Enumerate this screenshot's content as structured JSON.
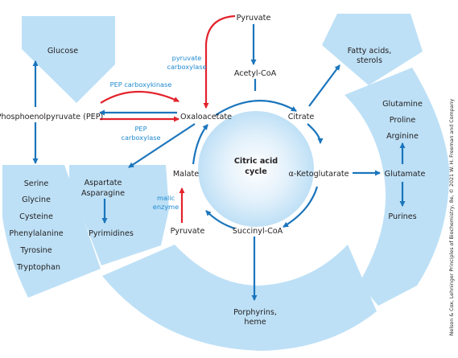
{
  "colors": {
    "panel": "#bde0f6",
    "arrow_blue": "#1b75bc",
    "arrow_red": "#e3232c",
    "enzyme_text": "#1f8ad0",
    "text": "#231f20"
  },
  "center": {
    "line1": "Citric acid",
    "line2": "cycle"
  },
  "metabolites": {
    "pyruvate_top": "Pyruvate",
    "acetyl_coa": "Acetyl-CoA",
    "citrate": "Citrate",
    "ketoglutarate": "α-Ketoglutarate",
    "succinyl_coa": "Succinyl-CoA",
    "pyruvate_bottom": "Pyruvate",
    "malate": "Malate",
    "oxaloacetate": "Oxaloacetate",
    "pep": "Phosphoenolpyruvate (PEP)"
  },
  "enzymes": {
    "pyruvate_carboxylase": [
      "pyruvate",
      "carboxylase"
    ],
    "pep_carboxykinase": "PEP carboxykinase",
    "pep_carboxylase": [
      "PEP",
      "carboxylase"
    ],
    "malic_enzyme": [
      "malic",
      "enzyme"
    ]
  },
  "panels": {
    "glucose": "Glucose",
    "fatty_acids": [
      "Fatty acids,",
      "sterols"
    ],
    "amino_left": [
      "Serine",
      "Glycine",
      "Cysteine",
      "Phenylalanine",
      "Tyrosine",
      "Tryptophan"
    ],
    "aspartate": [
      "Aspartate",
      "Asparagine"
    ],
    "pyrimidines": "Pyrimidines",
    "right_group": [
      "Glutamine",
      "Proline",
      "Arginine"
    ],
    "glutamate": "Glutamate",
    "purines": "Purines",
    "porphyrins": [
      "Porphyrins,",
      "heme"
    ]
  },
  "credit": "Nelson & Cox, Lehninger Principles of Biochemistry, 8e, © 2021 W. H. Freeman and Company"
}
